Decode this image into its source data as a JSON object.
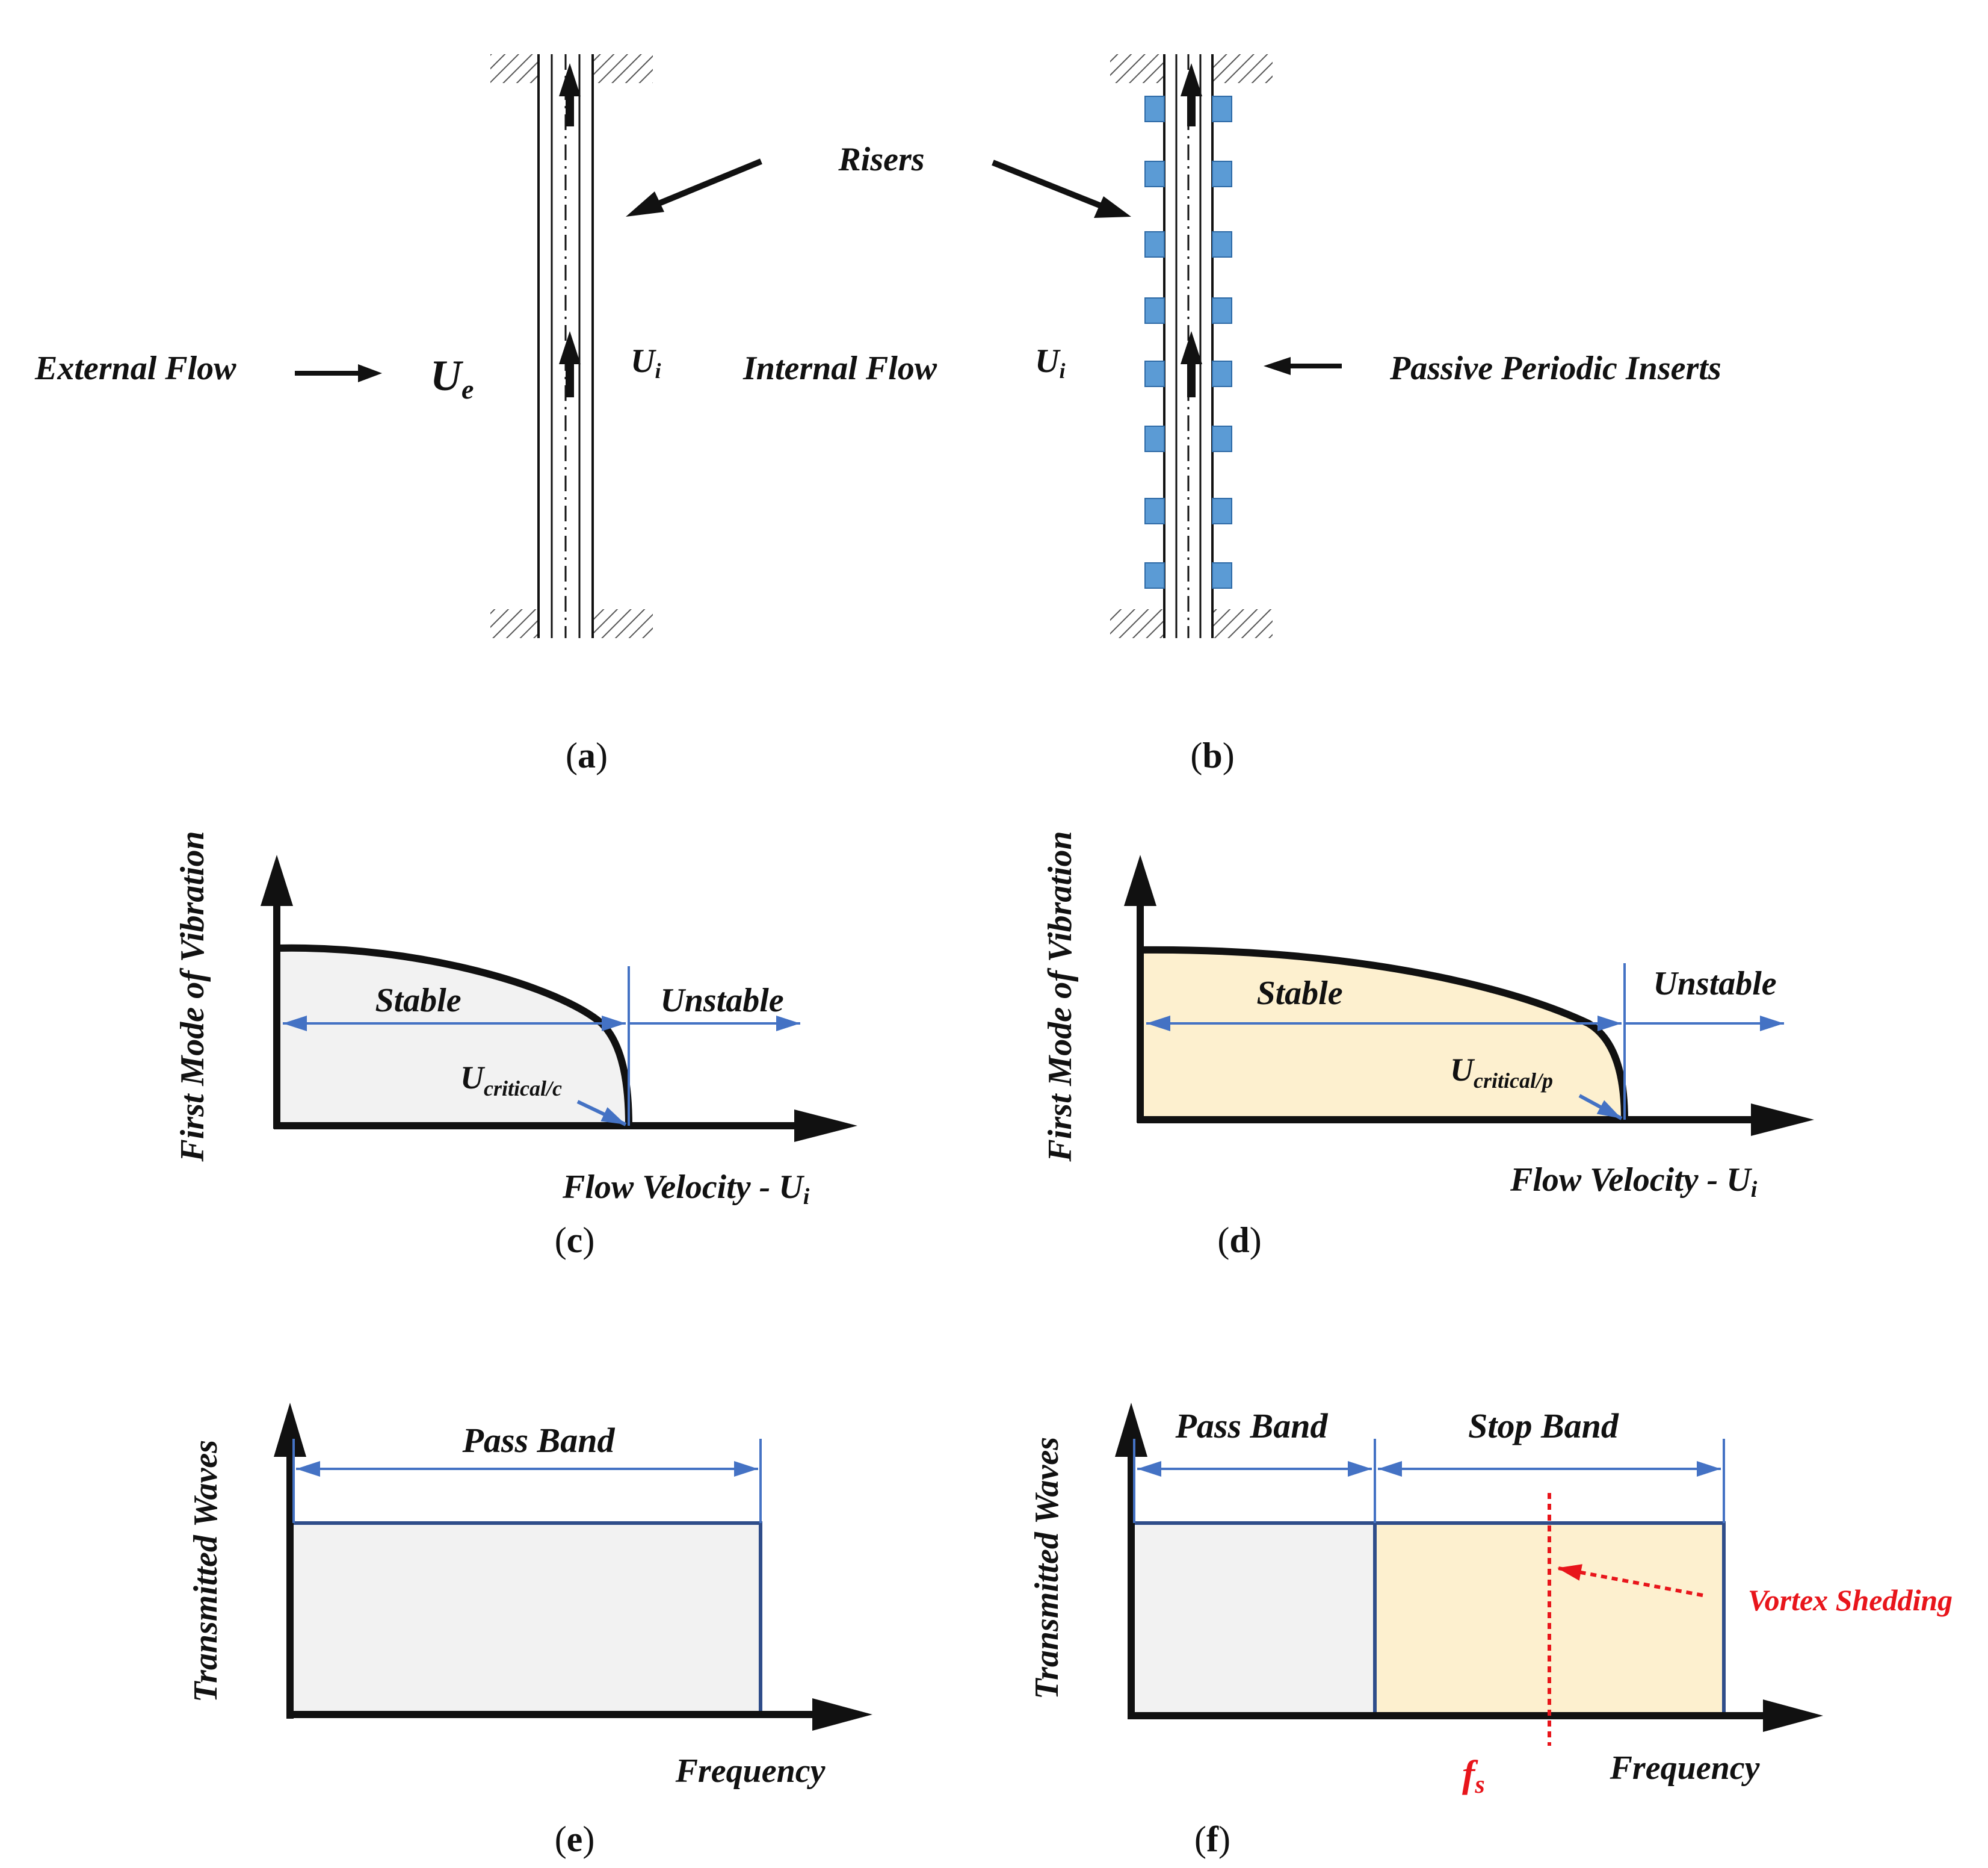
{
  "figure": {
    "panel_a": {
      "caption_letter": "a",
      "external_flow": "External Flow",
      "ue_main": "U",
      "ue_sub": "e",
      "ui_main": "U",
      "ui_sub": "i"
    },
    "panel_b": {
      "caption_letter": "b",
      "risers": "Risers",
      "internal_flow": "Internal Flow",
      "ui_main": "U",
      "ui_sub": "i",
      "passive_inserts": "Passive Periodic Inserts"
    },
    "panel_c": {
      "caption_letter": "c",
      "y_label": "First Mode of Vibration",
      "x_label_main": "Flow Velocity - U",
      "x_label_sub": "i",
      "stable": "Stable",
      "unstable": "Unstable",
      "critical_main": "U",
      "critical_sub": "critical/c"
    },
    "panel_d": {
      "caption_letter": "d",
      "y_label": "First Mode of Vibration",
      "x_label_main": "Flow Velocity - U",
      "x_label_sub": "i",
      "stable": "Stable",
      "unstable": "Unstable",
      "critical_main": "U",
      "critical_sub": "critical/p"
    },
    "panel_e": {
      "caption_letter": "e",
      "y_label": "Transmitted Waves",
      "x_label": "Frequency",
      "pass_band": "Pass Band"
    },
    "panel_f": {
      "caption_letter": "f",
      "y_label": "Transmitted Waves",
      "x_label": "Frequency",
      "pass_band": "Pass Band",
      "stop_band": "Stop Band",
      "vortex_shedding": "Vortex Shedding",
      "fs_main": "f",
      "fs_sub": "s"
    }
  },
  "colors": {
    "insert_fill": "#5b9bd5",
    "insert_stroke": "#2e6aa6",
    "annotation_blue": "#4472c4",
    "box_border": "#2f4d8a",
    "stable_fill_c": "#f2f2f2",
    "stable_fill_d": "#fdf0cf",
    "highlight_red": "#e8151b"
  }
}
